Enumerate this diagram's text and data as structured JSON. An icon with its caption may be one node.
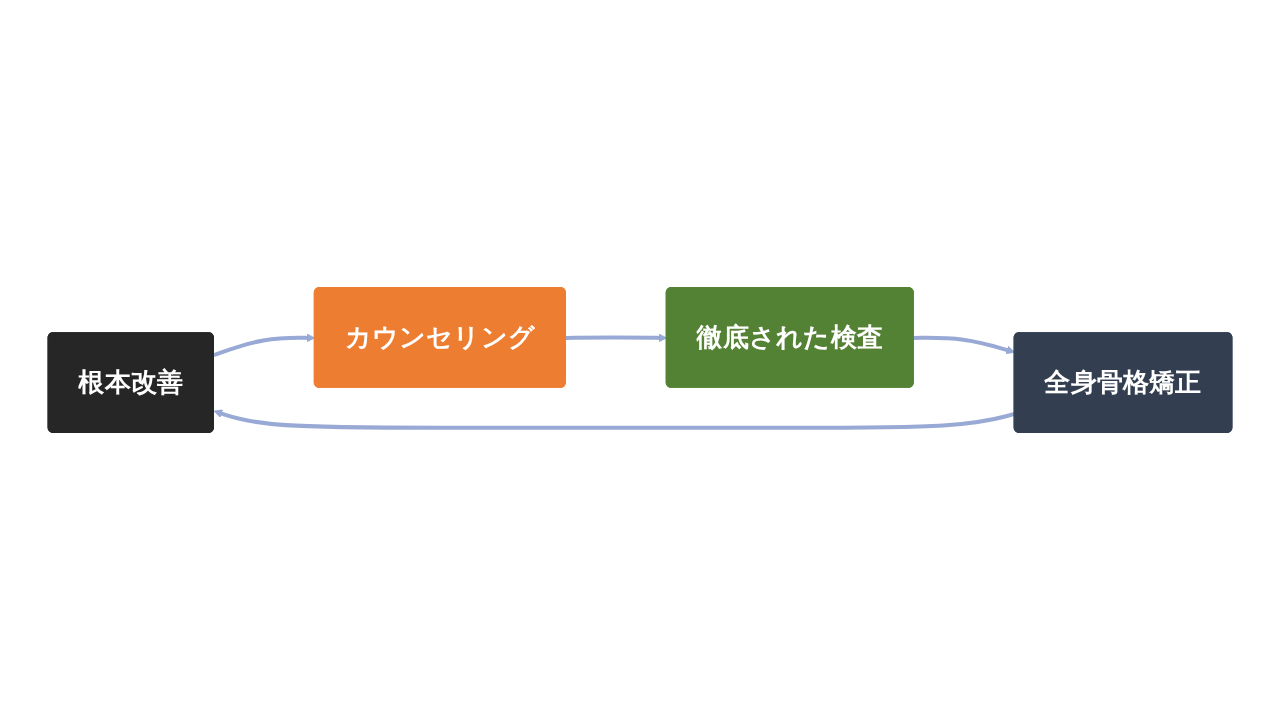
{
  "diagram": {
    "nodes": [
      {
        "text": [
          "根本改善"
        ]
      },
      {
        "text": [
          "カウンセリング"
        ]
      },
      {
        "text": [
          "全身骨格矯正"
        ]
      },
      {
        "text": [
          "徹底された検査"
        ]
      }
    ],
    "edges": [
      {
        "from": 0,
        "to": 1,
        "arrow": "to"
      },
      {
        "from": 1,
        "to": 3,
        "arrow": "to"
      },
      {
        "from": 3,
        "to": 2,
        "arrow": "to"
      },
      {
        "from": 2,
        "to": 0,
        "arrow": "to"
      }
    ]
  }
}
